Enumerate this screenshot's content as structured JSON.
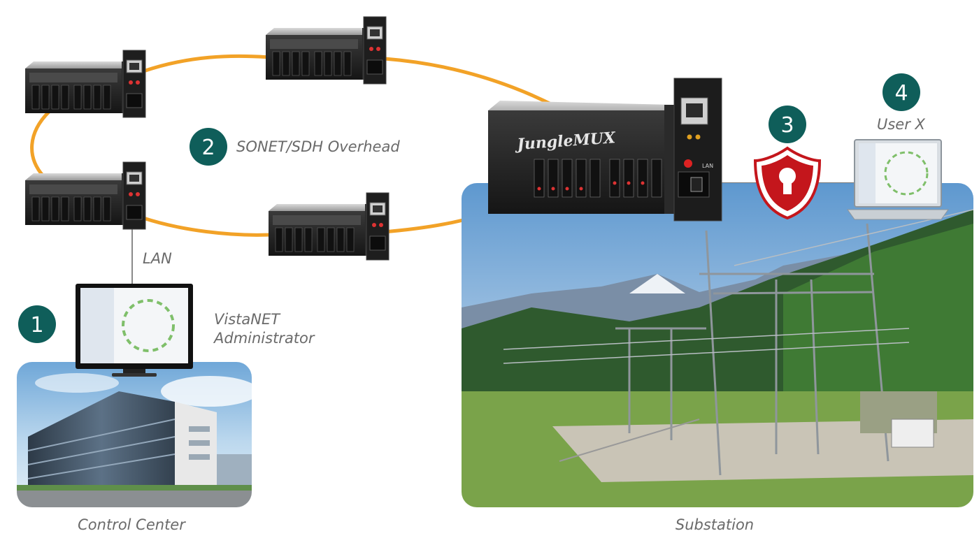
{
  "colors": {
    "fiber": "#f2a227",
    "badge": "#0f5e5a",
    "label": "#6a6a6a",
    "shield": "#c4161c",
    "panel": "#222222"
  },
  "device_brand": "JungleMUX",
  "labels": {
    "lan": "LAN",
    "sonet": "SONET/SDH Overhead",
    "admin_line1": "VistaNET",
    "admin_line2": "Administrator",
    "user": "User X",
    "control_center": "Control Center",
    "substation": "Substation",
    "port_label": "LAN"
  },
  "badges": [
    "1",
    "2",
    "3",
    "4"
  ],
  "icons": {
    "security": "shield-lock-icon",
    "admin_screen": "monitor-icon",
    "user_device": "laptop-icon"
  }
}
